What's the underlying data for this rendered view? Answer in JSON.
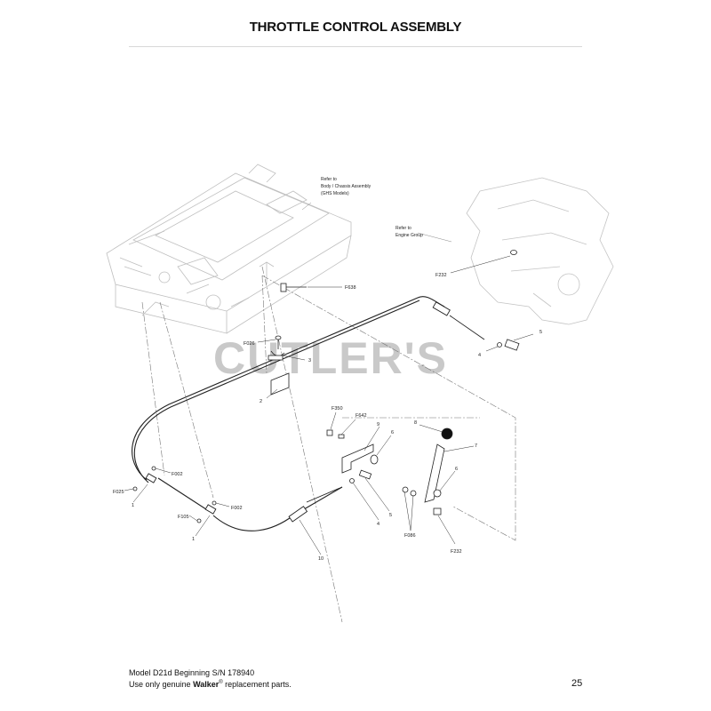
{
  "header": {
    "title": "THROTTLE CONTROL ASSEMBLY"
  },
  "watermark": "CUTLER'S",
  "notes": {
    "body_ref": [
      "Refer to",
      "Body / Chassis Assembly",
      "(GHS Models)"
    ],
    "engine_ref": [
      "Refer to",
      "Engine Group"
    ]
  },
  "callouts": {
    "F232_top": "F232",
    "F638": "F638",
    "F026": "F026",
    "n3": "3",
    "n2": "2",
    "n5_top": "5",
    "n4_top": "4",
    "F350": "F350",
    "F642": "F642",
    "n9": "9",
    "n6_a": "6",
    "n8": "8",
    "n7": "7",
    "n6_b": "6",
    "F002_a": "F002",
    "F025": "F025",
    "n1_a": "1",
    "F002_b": "F002",
    "F105": "F105",
    "n1_b": "1",
    "n4_bot": "4",
    "n5_bot": "5",
    "F086": "F086",
    "F232_bot": "F232",
    "n10": "10"
  },
  "footer": {
    "model_line": "Model D21d Beginning S/N 178940",
    "use_prefix": "Use only genuine ",
    "brand": "Walker",
    "reg": "®",
    "use_suffix": " replacement parts.",
    "page_number": "25"
  }
}
